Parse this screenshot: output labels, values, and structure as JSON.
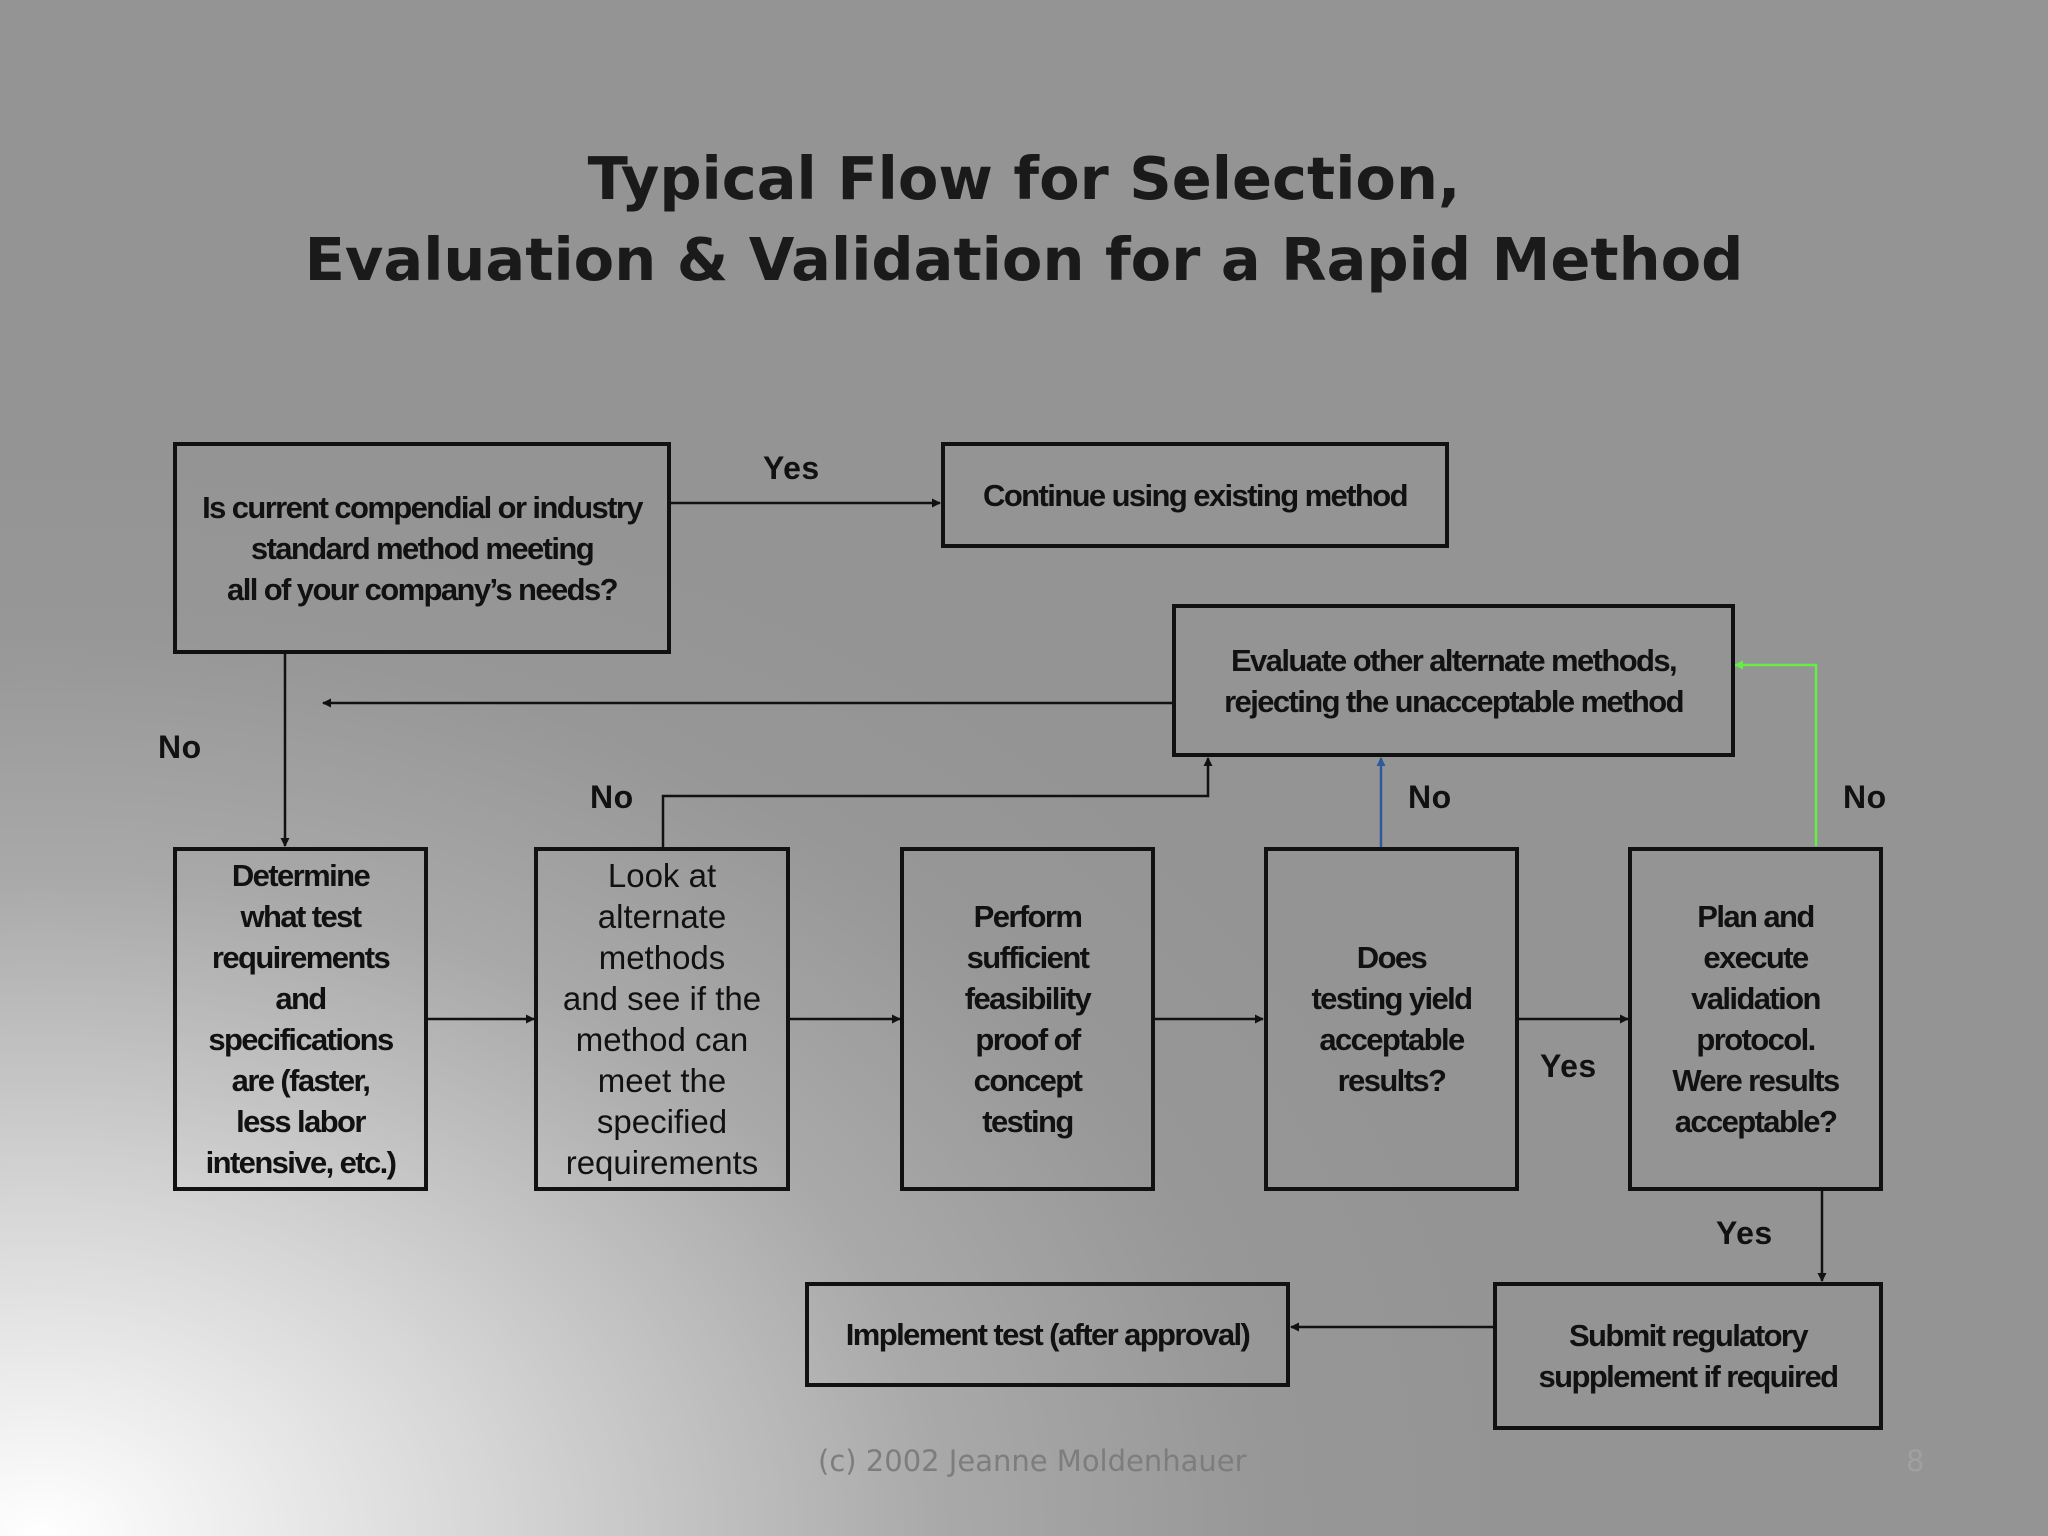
{
  "title": {
    "line1": "Typical Flow for Selection,",
    "line2": "Evaluation & Validation for a Rapid Method"
  },
  "boxes": {
    "q_current": [
      "Is current compendial or industry",
      "standard method meeting",
      "all of your company’s needs?"
    ],
    "continue": [
      "Continue using existing method"
    ],
    "evaluate": [
      "Evaluate other alternate methods,",
      "rejecting the unacceptable method"
    ],
    "determine": [
      "Determine",
      "what test",
      "requirements",
      "and",
      "specifications",
      "are (faster,",
      "less labor",
      "intensive, etc.)"
    ],
    "look": [
      "Look at",
      "alternate",
      "methods",
      "and see if the",
      "method can",
      "meet the",
      "specified",
      "requirements"
    ],
    "perform": [
      "Perform",
      "sufficient",
      "feasibility",
      "proof of",
      "concept",
      "testing"
    ],
    "does": [
      "Does",
      "testing yield",
      "acceptable",
      "results?"
    ],
    "plan": [
      "Plan and",
      "execute",
      "validation",
      "protocol.",
      "Were results",
      "acceptable?"
    ],
    "submit": [
      "Submit regulatory",
      "supplement if required"
    ],
    "implement": [
      "Implement test (after approval)"
    ]
  },
  "labels": {
    "yes_top": "Yes",
    "no_left": "No",
    "no_look": "No",
    "no_does": "No",
    "no_plan": "No",
    "yes_does": "Yes",
    "yes_plan": "Yes"
  },
  "footer": "(c) 2002 Jeanne Moldenhauer",
  "page_number": "8",
  "colors": {
    "arrow_default": "#111111",
    "arrow_does_no": "#2e5a9c",
    "arrow_plan_no": "#66ee44"
  }
}
